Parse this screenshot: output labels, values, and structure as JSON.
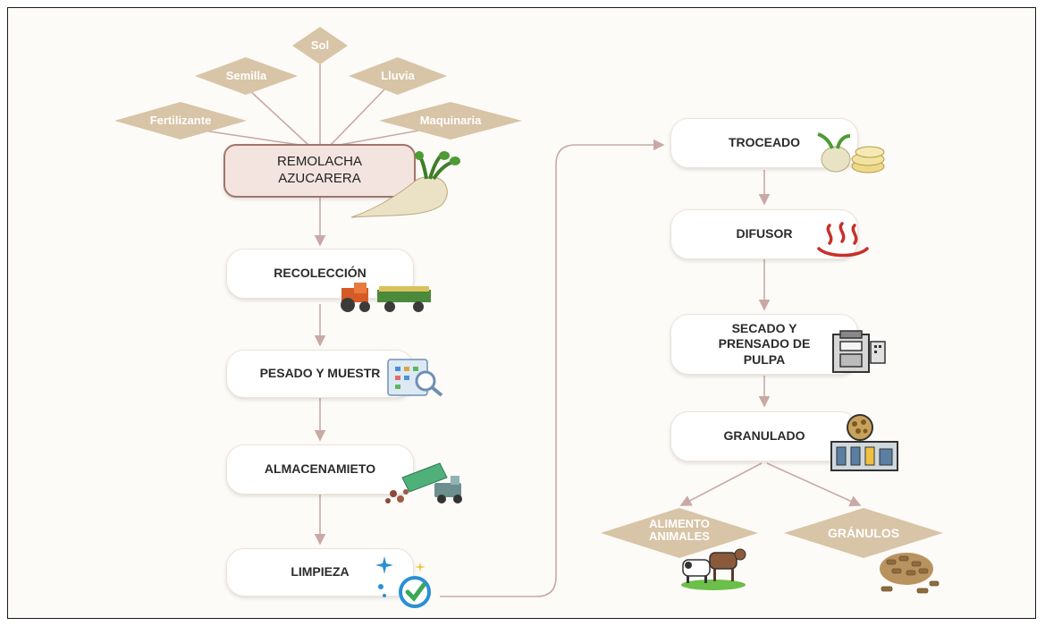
{
  "inputs": {
    "sol": "Sol",
    "semilla": "Semilla",
    "lluvia": "Lluvia",
    "fertilizante": "Fertilizante",
    "maquinaria": "Maquinaria"
  },
  "steps": {
    "remolacha": "REMOLACHA AZUCARERA",
    "recoleccion": "RECOLECCIÓN",
    "pesado": "PESADO Y MUESTR",
    "almacenamiento": "ALMACENAMIETO",
    "limpieza": "LIMPIEZA",
    "troceado": "TROCEADO",
    "difusor": "DIFUSOR",
    "secado": "SECADO Y PRENSADO DE PULPA",
    "granulado": "GRANULADO"
  },
  "outputs": {
    "alimento": "ALIMENTO ANIMALES",
    "granulos": "GRÁNULOS"
  },
  "icons": [
    "sugar-beet-icon",
    "tractor-trailer-icon",
    "clipboard-magnifier-icon",
    "dump-truck-icon",
    "sparkle-check-icon",
    "sliced-beet-icon",
    "steam-icon",
    "press-machine-icon",
    "pellet-factory-icon",
    "farm-animals-icon",
    "pellets-icon"
  ],
  "colors": {
    "diamond": "#d8c4a6",
    "connector": "#c9a9a6",
    "main_box_fill": "#f3e4e0",
    "main_box_border": "#a1756c"
  }
}
